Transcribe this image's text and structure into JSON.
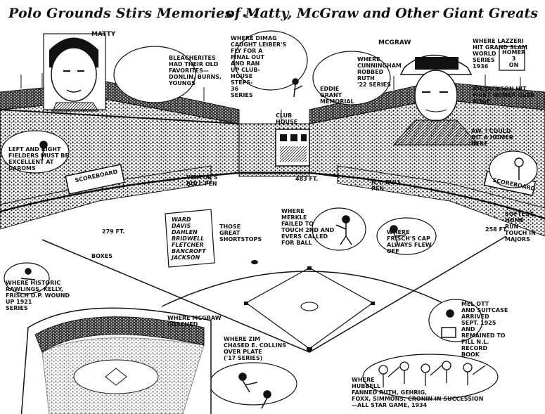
{
  "headline": {
    "left": "Polo Grounds Stirs Memories",
    "separator": ".·.",
    "right": "of Matty, McGraw and Other Giant Greats"
  },
  "labels": {
    "matty": "MATTY",
    "mcgraw": "McGRAW",
    "bleacherites": "BLEACHERITES\nHAD THEIR OLD\nFAVORITES—\nDONLIN, BURNS,\nYOUNGS",
    "dimag": "WHERE DIMAG\nCAUGHT LEIBER'S\nFLY FOR A\nFINAL OUT\nAND RAN\nUP CLUB-\nHOUSE\nSTEPS-\n36\nSERIES",
    "cunningham": "WHERE\nCUNNINGHAM\nROBBED\nRUTH\n'22 SERIES",
    "eddie_grant": "EDDIE\nGRANT\nMEMORIAL",
    "club_house": "CLUB\nHOUSE",
    "lazzeri": "WHERE LAZZERI\nHIT GRAND SLAM\nWORLD\nSERIES\n1936",
    "homer_sign": "HOMER\n3\nON",
    "joe_jackson": "JOE JACKSON HIT\nFIRST HOMER OVER\nROOF",
    "aw_homer": "AW, I COULD\nHIT A HOMER\nHERE",
    "fielders": "LEFT AND RIGHT\nFIELDERS MUST BE\nEXCELLENT AT\nCAROMS",
    "scoreboard_left": "SCOREBOARD",
    "scoreboard_right": "SCOREBOARD",
    "visitors_pen": "VISITOR'S\nBULL PEN",
    "ny_pen": "N.Y. BULL\nPEN",
    "dist_center": "483 FT.",
    "dist_left": "279 FT.",
    "dist_right": "258 FT.",
    "merkle": "WHERE\nMERKLE\nFAILED TO\nTOUCH 2nd AND\nEVERS CALLED\nFOR BALL",
    "frisch_cap": "WHERE\nFRISCH'S CAP\nALWAYS FLEW\nOFF",
    "softest_homer": "SOFTEST\nHOME\nRUN\nTOUCH IN\nMAJORS",
    "shortstops_list": "WARD\nDAVIS\nDAHLEN\nBRIDWELL\nFLETCHER\nBANCROFT\nJACKSON",
    "shortstops_caption": "THOSE\nGREAT\nSHORTSTOPS",
    "boxes": "BOXES",
    "rawlings": "WHERE HISTORIC\nRAWLINGS, KELLY,\nFRISCH D.P. WOUND\nUP 1921\nSERIES",
    "mcgraw_coached": "WHERE McGRAW\nCOACHED",
    "melott": "MEL OTT\nAND SUITCASE\nARRIVED\nSEPT. 1925\nAND\nREMAINED TO\nFILL N.L.\nRECORD\nBOOK",
    "zim": "WHERE ZIM\nCHASED E. COLLINS\nOVER PLATE\n('17 SERIES)",
    "hubbell": "WHERE\nHUBBELL\nFANNED RUTH, GEHRIG,\nFOXX, SIMMONS, CRONIN IN SUCCESSION\n—ALL STAR GAME, 1934"
  }
}
